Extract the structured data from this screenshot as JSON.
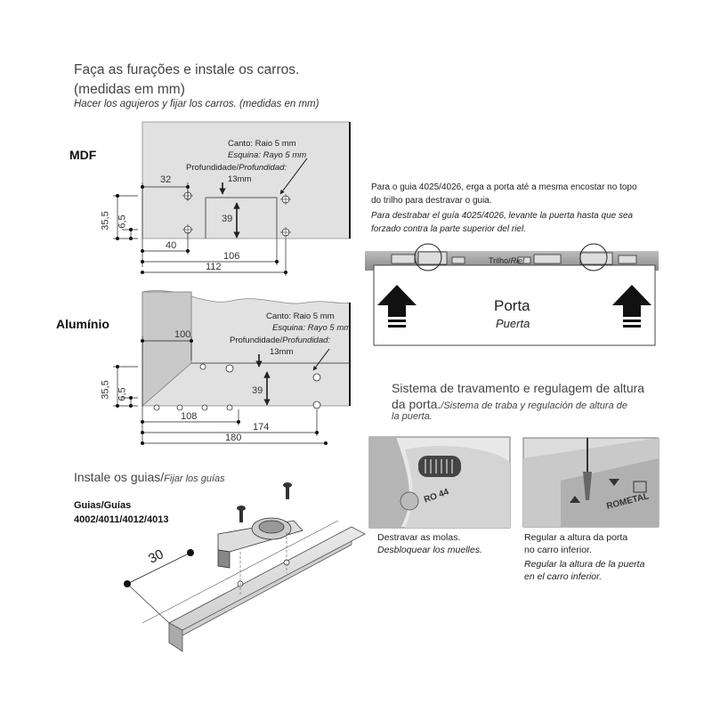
{
  "header": {
    "title_pt_line1": "Faça as furações e instale os carros.",
    "title_pt_line2": "(medidas em mm)",
    "title_es": "Hacer los agujeros y fijar los carros. (medidas en mm)"
  },
  "mdf": {
    "label": "MDF",
    "canto": "Canto: Raio 5 mm",
    "esquina": "Esquina: Rayo 5 mm",
    "profundidade_pt": "Profundidade/",
    "profundidade_es": "Profundidad:",
    "depth": "13mm",
    "dims": {
      "d32": "32",
      "d39": "39",
      "d355": "35,5",
      "d65": "6,5",
      "d40": "40",
      "d106": "106",
      "d112": "112"
    }
  },
  "aluminio": {
    "label": "Alumínio",
    "canto": "Canto: Raio 5 mm",
    "esquina": "Esquina: Rayo 5 mm",
    "profundidade_pt": "Profundidade/",
    "profundidade_es": "Profundidad:",
    "depth": "13mm",
    "dims": {
      "d100": "100",
      "d39": "39",
      "d355": "35,5",
      "d65": "6,5",
      "d108": "108",
      "d174": "174",
      "d180": "180"
    }
  },
  "guide": {
    "text_pt_1": "Para o guia 4025/4026, erga a porta até a mesma encostar no topo",
    "text_pt_2": "do trilho para destravar o guia.",
    "text_es_1": "Para destrabar el guía 4025/4026, levante la puerta hasta que sea",
    "text_es_2": "forzado contra la parte superior del riel.",
    "rail_pt": "Trilho/",
    "rail_es": "Riel",
    "door_pt": "Porta",
    "door_es": "Puerta"
  },
  "install": {
    "title_pt": "Instale os guias/",
    "title_es": "Fijar los guías",
    "models_1": "Guias/Guías",
    "models_2": "4002/4011/4012/4013",
    "dim": "30"
  },
  "lock": {
    "title_pt_1": "Sistema de travamento e regulagem de altura",
    "title_pt_2": "da porta.",
    "title_es_1": "/Sistema de traba y regulación de altura de",
    "title_es_2": "la puerta.",
    "part_label": "RO 44",
    "brand": "ROMETAL",
    "cap1_pt": "Destravar as molas.",
    "cap1_es": "Desbloquear los muelles.",
    "cap2_pt_1": "Regular a altura da porta",
    "cap2_pt_2": "no carro inferior.",
    "cap2_es_1": "Regular la altura de la puerta",
    "cap2_es_2": "en el carro inferior."
  }
}
